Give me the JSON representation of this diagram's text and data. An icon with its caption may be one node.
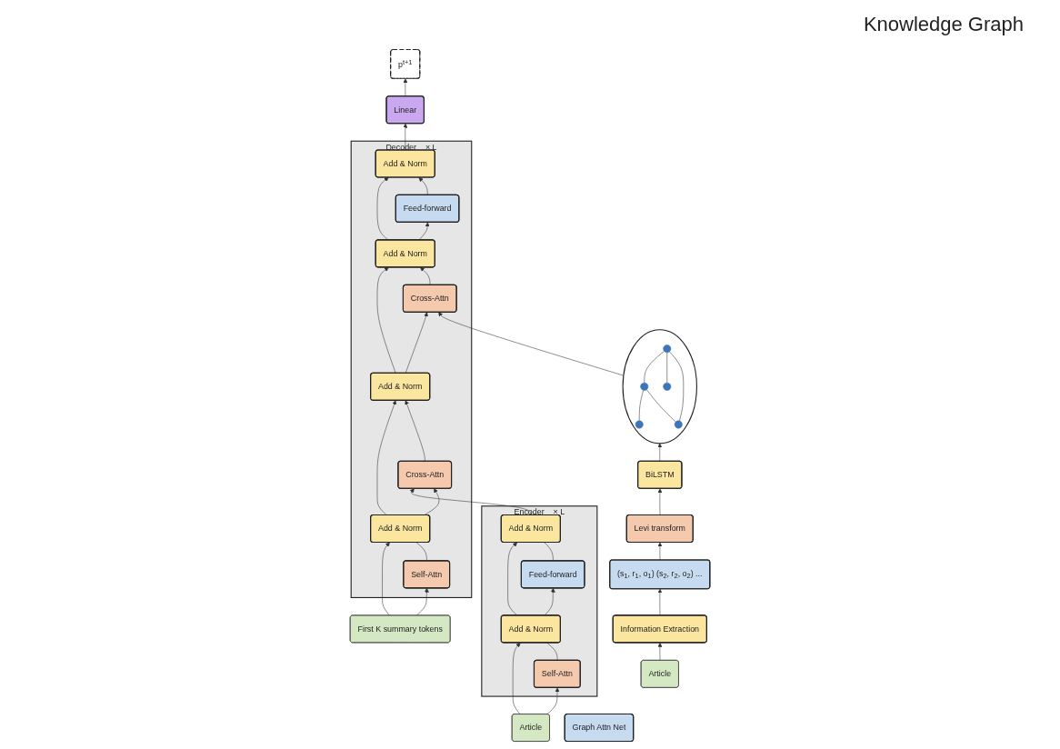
{
  "diagram": {
    "nodes": [
      {
        "text": [
          "Encoder"
        ],
        "beside": [
          "× L"
        ]
      },
      {
        "text": [
          "Add & Norm"
        ],
        "in": 0
      },
      {
        "text": [
          "Feed-forward"
        ],
        "in": 0
      },
      {
        "text": [
          "Add & Norm"
        ],
        "in": 0
      },
      {
        "text": [
          "Self-Attn"
        ],
        "in": 0
      },
      {
        "text": [
          "Article"
        ]
      },
      {
        "text": [
          "Decoder"
        ],
        "beside": [
          "× L"
        ]
      },
      {
        "text": [
          "Add & Norm"
        ],
        "in": 6
      },
      {
        "text": [
          "Feed-forward"
        ],
        "in": 6
      },
      {
        "text": [
          "Add & Norm"
        ],
        "in": 6
      },
      {
        "text": [
          "Cross-Attn"
        ],
        "in": 6
      },
      {
        "text": [
          "Add & Norm"
        ],
        "in": 6
      },
      {
        "text": [
          "Cross-Attn"
        ],
        "in": 6
      },
      {
        "text": [
          "Add & Norm"
        ],
        "in": 6
      },
      {
        "text": [
          "Self-Attn"
        ],
        "in": 6
      },
      {
        "text": [
          "First K summary tokens"
        ]
      },
      {
        "text": [
          "Linear"
        ]
      },
      {
        "text": [
          "p$^{t+1}$"
        ]
      },
      {
        "text": [
          "Graph Attn Net"
        ]
      },
      {
        "text": [],
        "shape": "circle"
      },
      {
        "text": [],
        "shape": "circle",
        "in": 19
      },
      {
        "text": [],
        "shape": "circle",
        "in": 19
      },
      {
        "text": [],
        "shape": "circle",
        "in": 19
      },
      {
        "text": [],
        "shape": "circle",
        "in": 19
      },
      {
        "text": [],
        "shape": "circle",
        "in": 19
      },
      {
        "text": [
          "BiLSTM"
        ]
      },
      {
        "text": [
          "Levi transform"
        ]
      },
      {
        "text": [
          "(s$_{1}$, r$_{1}$, o$_{1}$) (s$_{2}$, r$_{2}$, o$_{2}$) ..."
        ]
      },
      {
        "text": [
          "Information Extraction"
        ]
      },
      {
        "text": [
          "Article"
        ]
      }
    ],
    "edges": [
      {
        "from": 5,
        "to": 4,
        "arrow": "to"
      },
      {
        "from": 5,
        "to": 3,
        "arrow": "to"
      },
      {
        "from": 4,
        "to": 3,
        "arrow": "none"
      },
      {
        "from": 3,
        "to": 2,
        "arrow": "to"
      },
      {
        "from": 3,
        "to": 1,
        "arrow": "to"
      },
      {
        "from": 2,
        "to": 1,
        "arrow": "none"
      },
      {
        "from": 1,
        "to": 12,
        "arrow": "to"
      },
      {
        "from": 15,
        "to": 14,
        "arrow": "to"
      },
      {
        "from": 15,
        "to": 13,
        "arrow": "to"
      },
      {
        "from": 14,
        "to": 13,
        "arrow": "none"
      },
      {
        "from": 13,
        "to": 12,
        "arrow": "to"
      },
      {
        "from": 13,
        "to": 11,
        "arrow": "to"
      },
      {
        "from": 12,
        "to": 11,
        "arrow": "to"
      },
      {
        "from": 11,
        "to": 10,
        "arrow": "to"
      },
      {
        "from": 11,
        "to": 9,
        "arrow": "to"
      },
      {
        "from": 10,
        "to": 9,
        "arrow": "to"
      },
      {
        "from": 9,
        "to": 8,
        "arrow": "to"
      },
      {
        "from": 9,
        "to": 7,
        "arrow": "to"
      },
      {
        "from": 8,
        "to": 7,
        "arrow": "to"
      },
      {
        "from": 7,
        "to": 16,
        "arrow": "to"
      },
      {
        "from": 16,
        "to": 17,
        "arrow": "to"
      },
      {
        "from": 19,
        "to": 10,
        "arrow": "to"
      },
      {
        "from": 20,
        "to": 21,
        "arrow": "none"
      },
      {
        "from": 21,
        "to": 22,
        "arrow": "none"
      },
      {
        "from": 20,
        "to": 23,
        "arrow": "none"
      },
      {
        "from": 20,
        "to": 24,
        "arrow": "none"
      },
      {
        "from": 21,
        "to": 24,
        "arrow": "none"
      },
      {
        "from": 29,
        "to": 28,
        "arrow": "to"
      },
      {
        "from": 28,
        "to": 27,
        "arrow": "to"
      },
      {
        "from": 27,
        "to": 26,
        "arrow": "to"
      },
      {
        "from": 26,
        "to": 25,
        "arrow": "to"
      },
      {
        "from": 25,
        "to": 19,
        "arrow": "to"
      }
    ],
    "labels": [
      "Knowledge Graph"
    ]
  }
}
